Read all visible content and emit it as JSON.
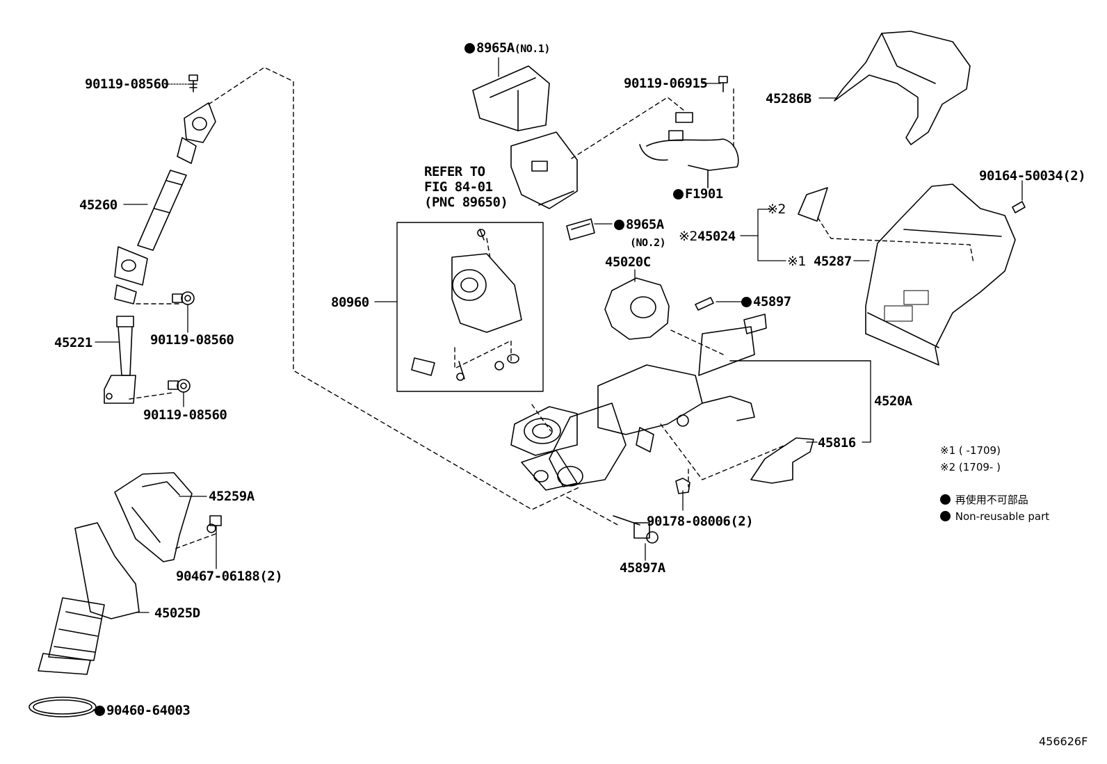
{
  "diagram": {
    "figure_code": "456626F",
    "refer": {
      "line1": "REFER TO",
      "line2": "FIG 84-01",
      "line3": "(PNC 89650)"
    },
    "labels": {
      "p90119_08560_a": "90119-08560",
      "p45260": "45260",
      "p90119_08560_b": "90119-08560",
      "p45221": "45221",
      "p90119_08560_c": "90119-08560",
      "p45259A": "45259A",
      "p90467_06188": "90467-06188(2)",
      "p45025D": "45025D",
      "p90460_64003": "90460-64003",
      "p8965A_1": "8965A",
      "p8965A_1_sub": "(NO.1)",
      "p80960": "80960",
      "p8965A_2": "8965A",
      "p8965A_2_sub": "(NO.2)",
      "p90119_06915": "90119-06915",
      "pF1901": "F1901",
      "p45286B": "45286B",
      "p90164_50034": "90164-50034(2)",
      "p45024": "45024",
      "p45287": "45287",
      "p45020C": "45020C",
      "p45897": "45897",
      "p4520A": "4520A",
      "p45816": "45816",
      "p90178_08006": "90178-08006(2)",
      "p45897A": "45897A"
    },
    "marks": {
      "m1": "※1",
      "m2": "※2"
    },
    "notes": {
      "note1": "※1 (      -1709)",
      "note2": "※2 (1709-      )",
      "legend_jp": "再使用不可部品",
      "legend_en": "Non-reusable part"
    }
  }
}
